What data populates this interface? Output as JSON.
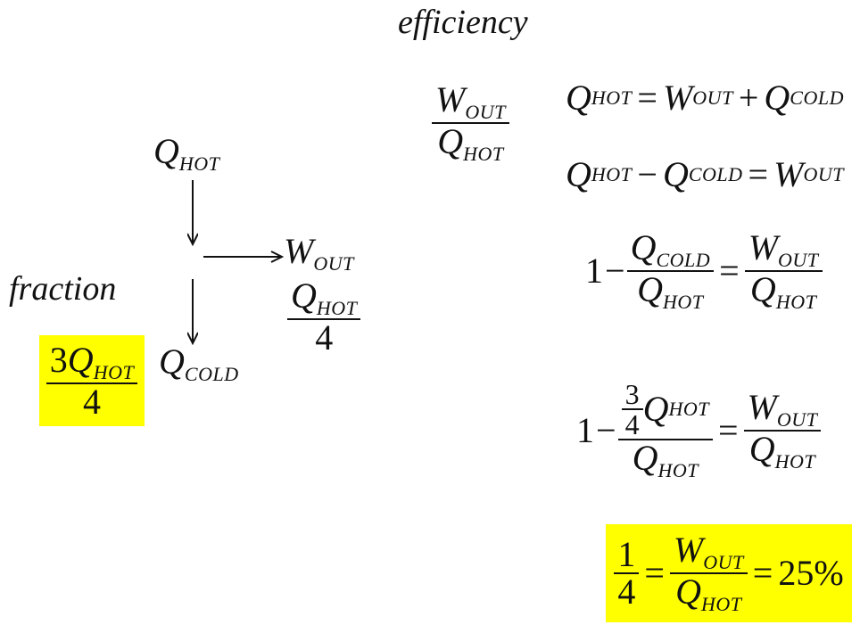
{
  "title": "efficiency",
  "diagram": {
    "q_hot": {
      "main": "Q",
      "sub": "HOT"
    },
    "w_out": {
      "main": "W",
      "sub": "OUT"
    },
    "q_cold": {
      "main": "Q",
      "sub": "COLD"
    },
    "w_out_value": {
      "num_main": "Q",
      "num_sub": "HOT",
      "den": "4"
    },
    "fraction_label": "fraction",
    "q_cold_value": {
      "num_coef": "3",
      "num_main": "Q",
      "num_sub": "HOT",
      "den": "4"
    }
  },
  "efficiency_def": {
    "num_main": "W",
    "num_sub": "OUT",
    "den_main": "Q",
    "den_sub": "HOT"
  },
  "equations": {
    "eq1": {
      "a": "Q",
      "a_sub": "HOT",
      "op1": "=",
      "b": "W",
      "b_sub": "OUT",
      "op2": "+",
      "c": "Q",
      "c_sub": "COLD"
    },
    "eq2": {
      "a": "Q",
      "a_sub": "HOT",
      "op1": "−",
      "b": "Q",
      "b_sub": "COLD",
      "op2": "=",
      "c": "W",
      "c_sub": "OUT"
    },
    "eq3": {
      "one": "1",
      "minus": "−",
      "f1_num": "Q",
      "f1_num_sub": "COLD",
      "f1_den": "Q",
      "f1_den_sub": "HOT",
      "eq": "=",
      "f2_num": "W",
      "f2_num_sub": "OUT",
      "f2_den": "Q",
      "f2_den_sub": "HOT"
    },
    "eq4": {
      "one": "1",
      "minus": "−",
      "inner_num": "3",
      "inner_den": "4",
      "f1_num": "Q",
      "f1_num_sub": "HOT",
      "f1_den": "Q",
      "f1_den_sub": "HOT",
      "eq": "=",
      "f2_num": "W",
      "f2_num_sub": "OUT",
      "f2_den": "Q",
      "f2_den_sub": "HOT"
    },
    "result": {
      "num": "1",
      "den": "4",
      "eq1": "=",
      "f_num": "W",
      "f_num_sub": "OUT",
      "f_den": "Q",
      "f_den_sub": "HOT",
      "eq2": "=",
      "percent": "25%"
    }
  },
  "colors": {
    "highlight": "#ffff00",
    "text": "#111111"
  }
}
